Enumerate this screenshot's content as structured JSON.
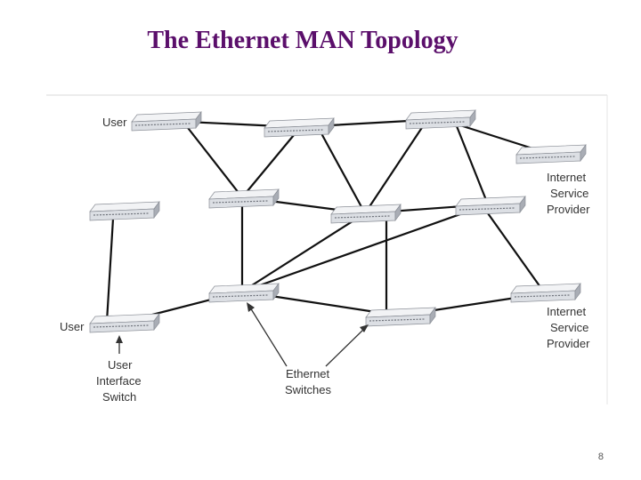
{
  "title": "The Ethernet MAN Topology",
  "page_number": "8",
  "labels": {
    "user_top": "User",
    "user_bottom": "User",
    "isp_top": [
      "Internet",
      "Service",
      "Provider"
    ],
    "isp_bottom": [
      "Internet",
      "Service",
      "Provider"
    ],
    "uis": [
      "User",
      "Interface",
      "Switch"
    ],
    "ethernet_switches": [
      "Ethernet",
      "Switches"
    ]
  },
  "colors": {
    "title": "#5b0f6b",
    "link": "#111111",
    "switch_face": "#e4e6ea",
    "switch_side": "#a9adb5"
  }
}
